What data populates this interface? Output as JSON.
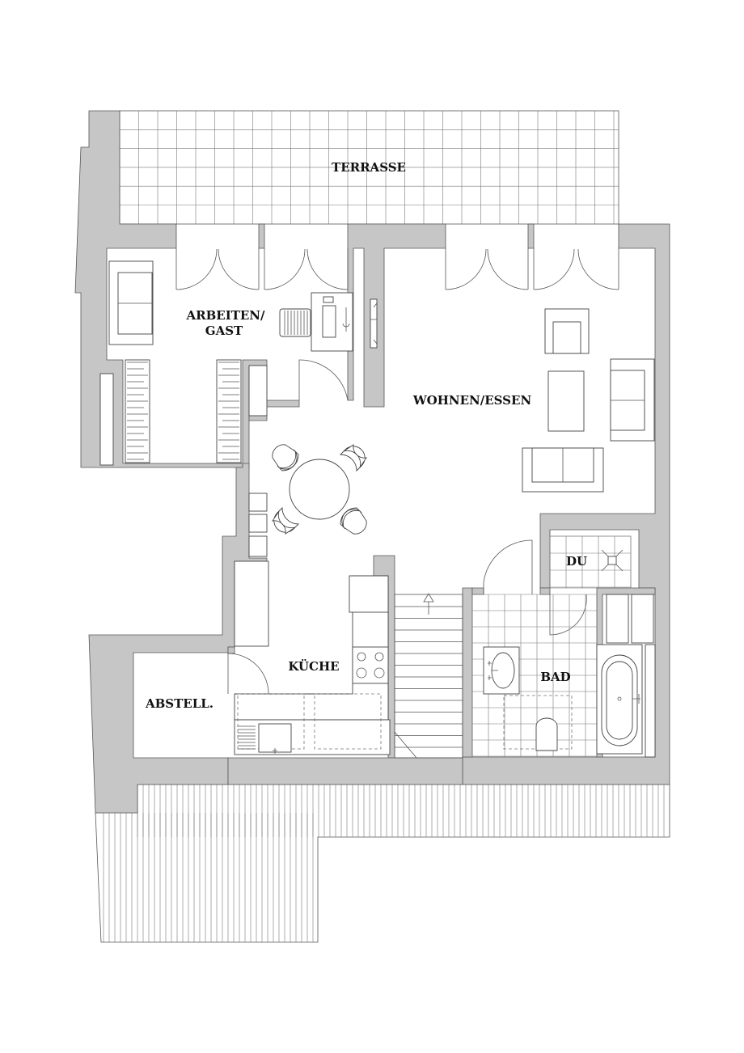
{
  "rooms": {
    "terrasse": "TERRASSE",
    "arbeiten_line1": "ARBEITEN/",
    "arbeiten_line2": "GAST",
    "wohnen": "WOHNEN/ESSEN",
    "du": "DU",
    "kueche": "KÜCHE",
    "bad": "BAD",
    "abstell": "ABSTELL."
  },
  "colors": {
    "wall_fill": "#c6c6c6",
    "line": "#555555",
    "background": "#ffffff",
    "label": "#111111"
  }
}
